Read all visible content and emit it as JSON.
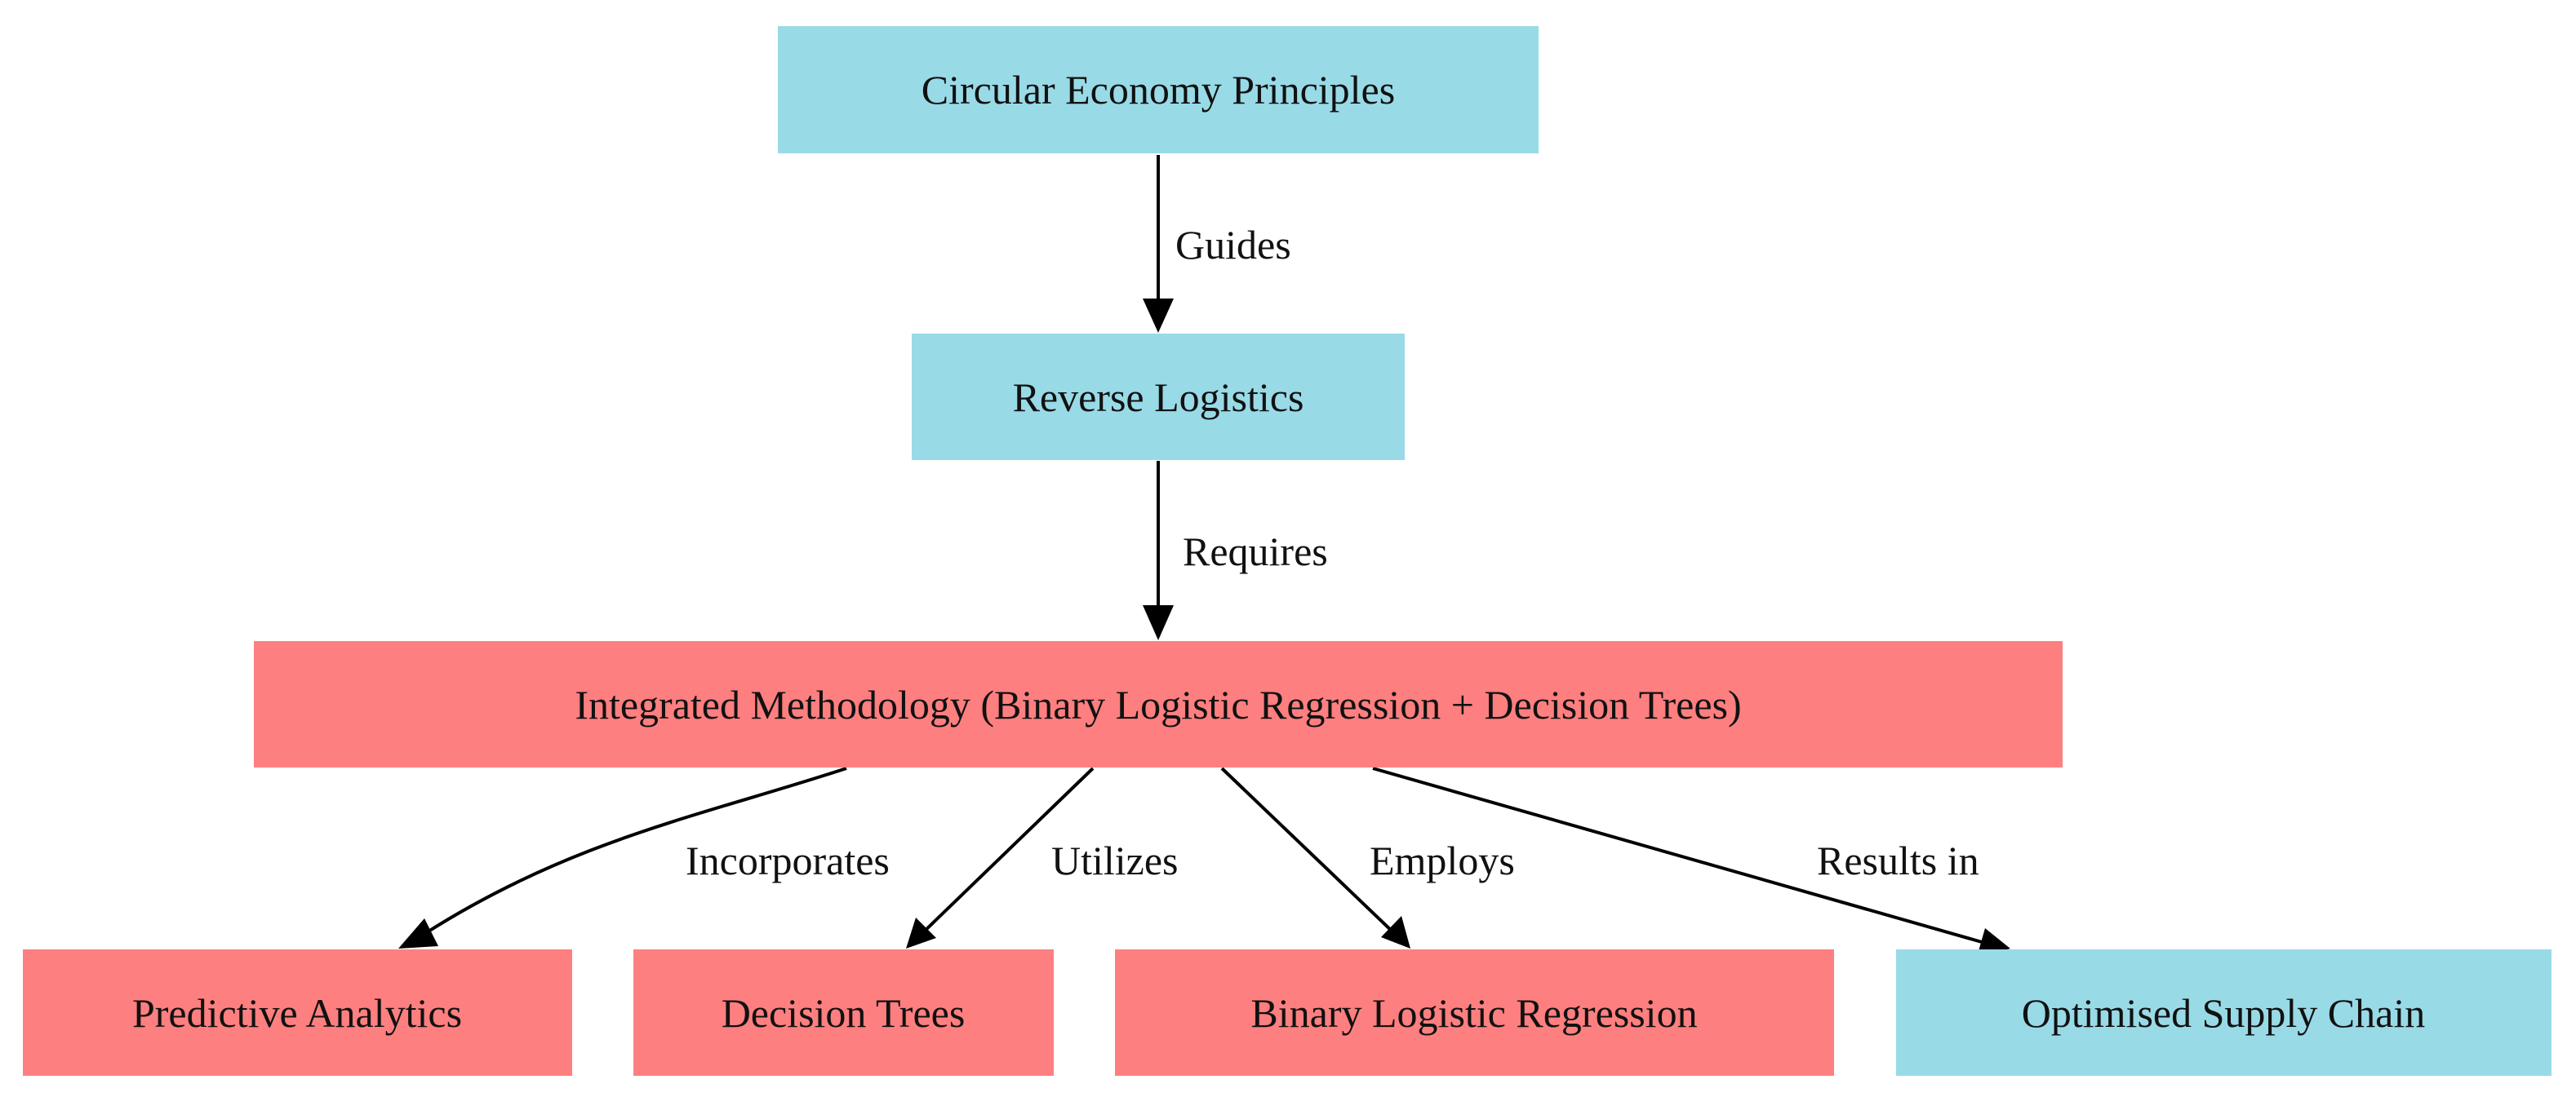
{
  "colors": {
    "blue_node": "#99dae7",
    "red_node": "#fe7f7f",
    "edge": "#000000",
    "text": "#111111",
    "background": "#ffffff"
  },
  "nodes": {
    "circular_economy": {
      "label": "Circular Economy Principles",
      "color": "blue"
    },
    "reverse_logistics": {
      "label": "Reverse Logistics",
      "color": "blue"
    },
    "integrated_methodology": {
      "label": "Integrated Methodology (Binary Logistic Regression + Decision Trees)",
      "color": "red"
    },
    "predictive_analytics": {
      "label": "Predictive Analytics",
      "color": "red"
    },
    "decision_trees": {
      "label": "Decision Trees",
      "color": "red"
    },
    "binary_logistic_regression": {
      "label": "Binary Logistic Regression",
      "color": "red"
    },
    "optimised_supply_chain": {
      "label": "Optimised Supply Chain",
      "color": "blue"
    }
  },
  "edges": {
    "guides": {
      "label": "Guides",
      "from": "Circular Economy Principles",
      "to": "Reverse Logistics"
    },
    "requires": {
      "label": "Requires",
      "from": "Reverse Logistics",
      "to": "Integrated Methodology (Binary Logistic Regression + Decision Trees)"
    },
    "incorporates": {
      "label": "Incorporates",
      "from": "Integrated Methodology (Binary Logistic Regression + Decision Trees)",
      "to": "Predictive Analytics"
    },
    "utilizes": {
      "label": "Utilizes",
      "from": "Integrated Methodology (Binary Logistic Regression + Decision Trees)",
      "to": "Decision Trees"
    },
    "employs": {
      "label": "Employs",
      "from": "Integrated Methodology (Binary Logistic Regression + Decision Trees)",
      "to": "Binary Logistic Regression"
    },
    "results_in": {
      "label": "Results in",
      "from": "Integrated Methodology (Binary Logistic Regression + Decision Trees)",
      "to": "Optimised Supply Chain"
    }
  }
}
